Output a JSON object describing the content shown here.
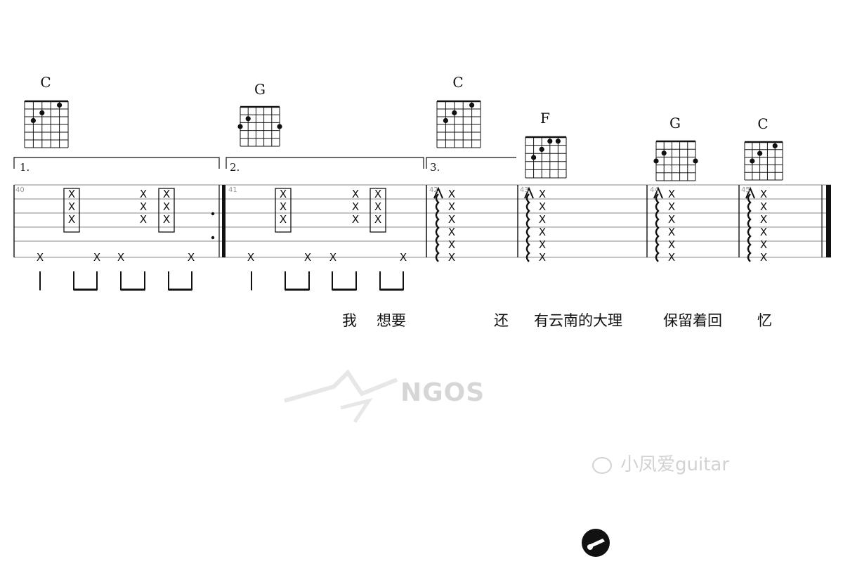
{
  "chords": [
    "C",
    "G",
    "C",
    "F",
    "G",
    "C"
  ],
  "voltas": [
    "1.",
    "2.",
    "3."
  ],
  "measure_numbers": [
    "40",
    "41",
    "42",
    "43",
    "44",
    "45"
  ],
  "lyrics": [
    "我",
    "想要",
    "还",
    "有云南的大理",
    "保留着回",
    "忆"
  ],
  "watermark": {
    "brand": "NGOS"
  },
  "weibo": {
    "handle": "小凤爱guitar"
  },
  "colors": {
    "ink": "#111111",
    "staff": "#666666",
    "watermark": "#d2d2d2"
  }
}
